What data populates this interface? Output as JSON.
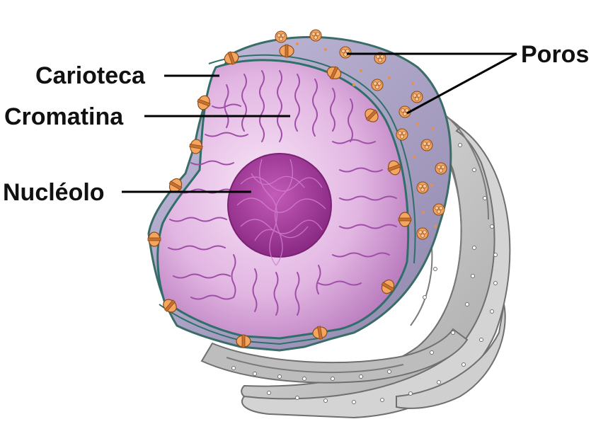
{
  "labels": {
    "carioteca": "Carioteca",
    "cromatina": "Cromatina",
    "nucleolo": "Nucléolo",
    "poros": "Poros"
  },
  "colors": {
    "nucleoplasm": "#d9a8dc",
    "nucleolus": "#a83a9e",
    "chromatin": "#a04fa8",
    "envelope_outer": "#9b90b8",
    "envelope_edge": "#2f6f6a",
    "pore": "#f0a05a",
    "er": "#c8c8c8"
  },
  "icons": {
    "pore": "nuclear-pore-icon"
  }
}
